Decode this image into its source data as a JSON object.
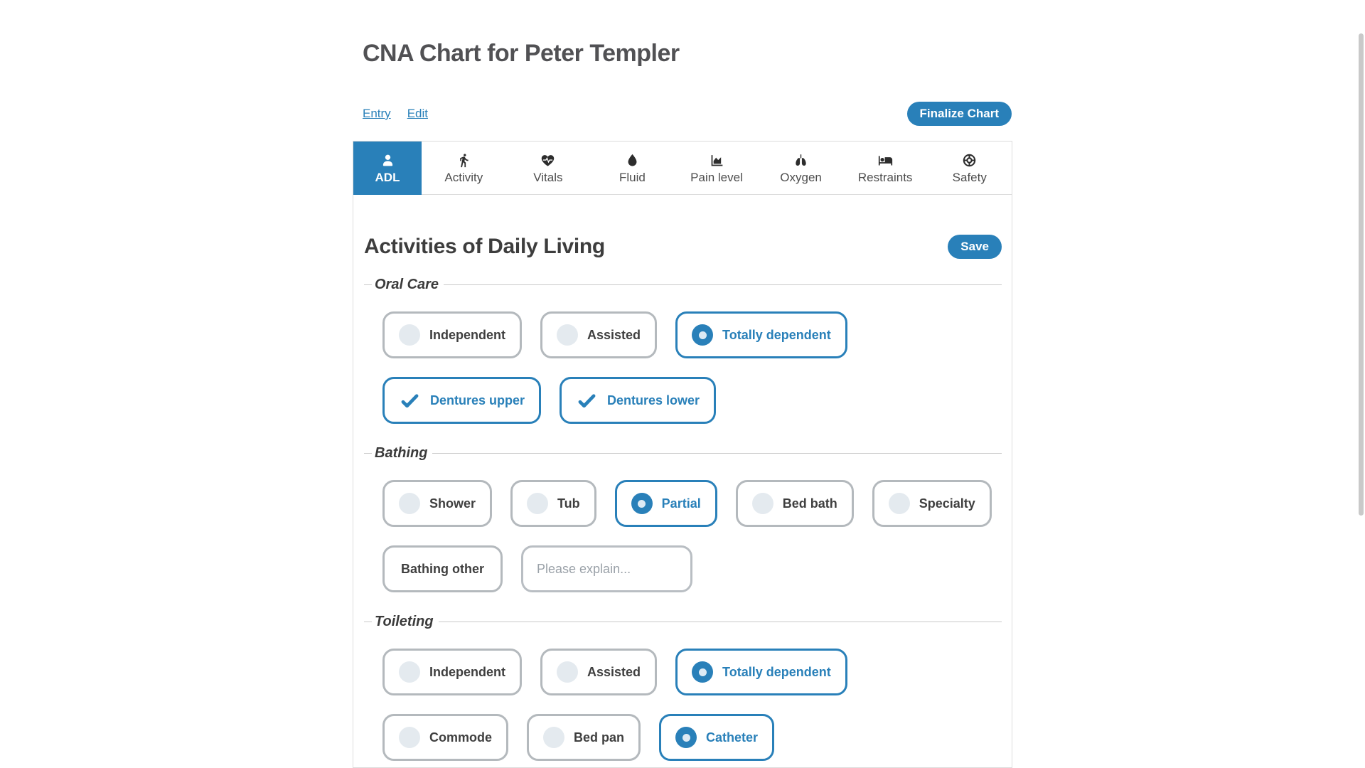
{
  "header": {
    "title": "CNA Chart for Peter Templer",
    "entry_link": "Entry",
    "edit_link": "Edit",
    "finalize_button": "Finalize Chart"
  },
  "tabs": [
    {
      "label": "ADL",
      "icon": "person-icon",
      "active": true
    },
    {
      "label": "Activity",
      "icon": "walking-person-icon",
      "active": false
    },
    {
      "label": "Vitals",
      "icon": "heart-pulse-icon",
      "active": false
    },
    {
      "label": "Fluid",
      "icon": "droplet-icon",
      "active": false
    },
    {
      "label": "Pain level",
      "icon": "area-chart-icon",
      "active": false
    },
    {
      "label": "Oxygen",
      "icon": "lungs-icon",
      "active": false
    },
    {
      "label": "Restraints",
      "icon": "bed-icon",
      "active": false
    },
    {
      "label": "Safety",
      "icon": "life-ring-icon",
      "active": false
    }
  ],
  "panel": {
    "heading": "Activities of Daily Living",
    "save_button": "Save",
    "sections": [
      {
        "legend": "Oral Care",
        "rows": [
          {
            "kind": "radio-group",
            "options": [
              {
                "label": "Independent",
                "state": "unselected"
              },
              {
                "label": "Assisted",
                "state": "unselected"
              },
              {
                "label": "Totally dependent",
                "state": "selected"
              }
            ]
          },
          {
            "kind": "checkbox-group",
            "options": [
              {
                "label": "Dentures upper",
                "state": "checked",
                "icon": "check-icon"
              },
              {
                "label": "Dentures lower",
                "state": "checked",
                "icon": "check-icon"
              }
            ]
          }
        ]
      },
      {
        "legend": "Bathing",
        "rows": [
          {
            "kind": "radio-group",
            "options": [
              {
                "label": "Shower",
                "state": "unselected"
              },
              {
                "label": "Tub",
                "state": "unselected"
              },
              {
                "label": "Partial",
                "state": "selected"
              },
              {
                "label": "Bed bath",
                "state": "unselected"
              },
              {
                "label": "Specialty",
                "state": "unselected"
              }
            ]
          },
          {
            "kind": "checkbox-with-input",
            "options": [
              {
                "label": "Bathing other",
                "state": "unchecked"
              }
            ],
            "input": {
              "value": "",
              "placeholder": "Please explain..."
            }
          }
        ]
      },
      {
        "legend": "Toileting",
        "rows": [
          {
            "kind": "radio-group",
            "options": [
              {
                "label": "Independent",
                "state": "unselected"
              },
              {
                "label": "Assisted",
                "state": "unselected"
              },
              {
                "label": "Totally dependent",
                "state": "selected"
              }
            ]
          },
          {
            "kind": "radio-group",
            "options": [
              {
                "label": "Commode",
                "state": "unselected"
              },
              {
                "label": "Bed pan",
                "state": "unselected"
              },
              {
                "label": "Catheter",
                "state": "selected"
              }
            ]
          }
        ]
      }
    ]
  },
  "colors": {
    "accent_blue": "#2980b9",
    "card_border_gray": "#b4b9bd",
    "bubble_gray": "#e4eaef",
    "divider_gray": "#c9c9c9",
    "text_dark": "#3f3f3f"
  }
}
